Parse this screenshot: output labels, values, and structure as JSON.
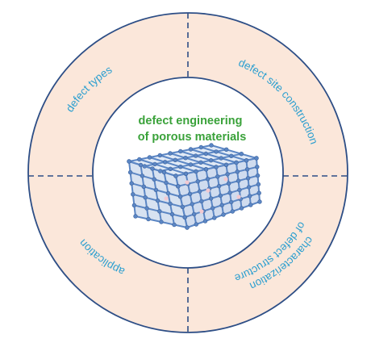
{
  "center": {
    "title_line1": "defect engineering",
    "title_line2": "of porous materials",
    "image": "porous-framework-lattice"
  },
  "quadrants": {
    "top_left": "defect types",
    "top_right": "defect site construction",
    "bottom_right_line1": "characterization",
    "bottom_right_line2": "of defect structure",
    "bottom_left": "application"
  },
  "colors": {
    "ring_fill": "#fbe7da",
    "ring_stroke": "#2d4e86",
    "divider": "#2d4e86",
    "center_fill": "#ffffff",
    "label_text": "#2c9fd0",
    "title_text": "#3aa23a",
    "lattice": "#5b86c4"
  }
}
